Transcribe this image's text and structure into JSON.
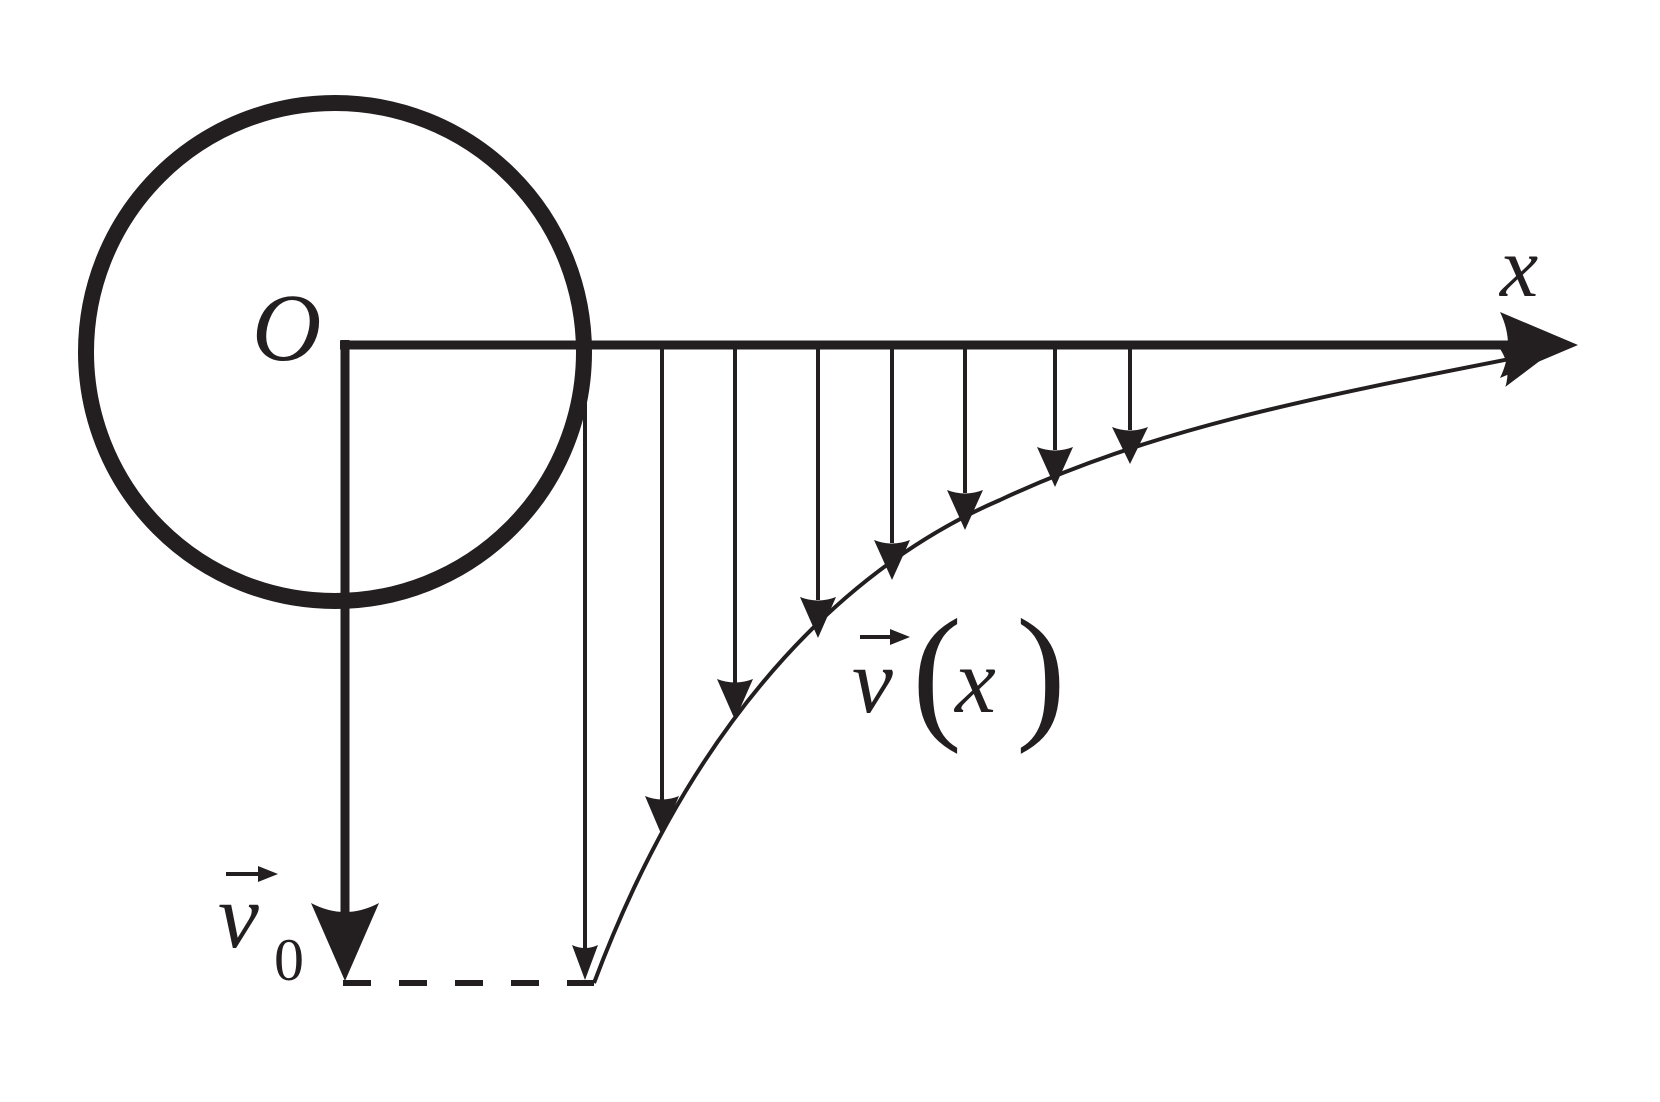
{
  "labels": {
    "origin": "O",
    "x_axis": "x",
    "initial_velocity_symbol": "v",
    "initial_velocity_subscript": "0",
    "velocity_field_symbol": "v",
    "velocity_field_open": "(",
    "velocity_field_arg": "x",
    "velocity_field_close": ")"
  },
  "colors": {
    "ink": "#231f20",
    "background": "#ffffff"
  }
}
